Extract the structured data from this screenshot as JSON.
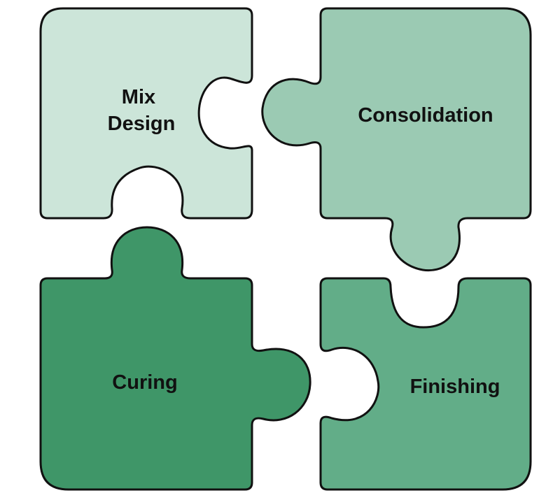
{
  "diagram": {
    "pieces": [
      {
        "id": "mix-design",
        "lines": [
          "Mix",
          "Design"
        ],
        "color": "#cce5d9"
      },
      {
        "id": "consolidation",
        "lines": [
          "Consolidation"
        ],
        "color": "#9bcab3"
      },
      {
        "id": "curing",
        "lines": [
          "Curing"
        ],
        "color": "#3f9668"
      },
      {
        "id": "finishing",
        "lines": [
          "Finishing"
        ],
        "color": "#62ad88"
      }
    ]
  }
}
